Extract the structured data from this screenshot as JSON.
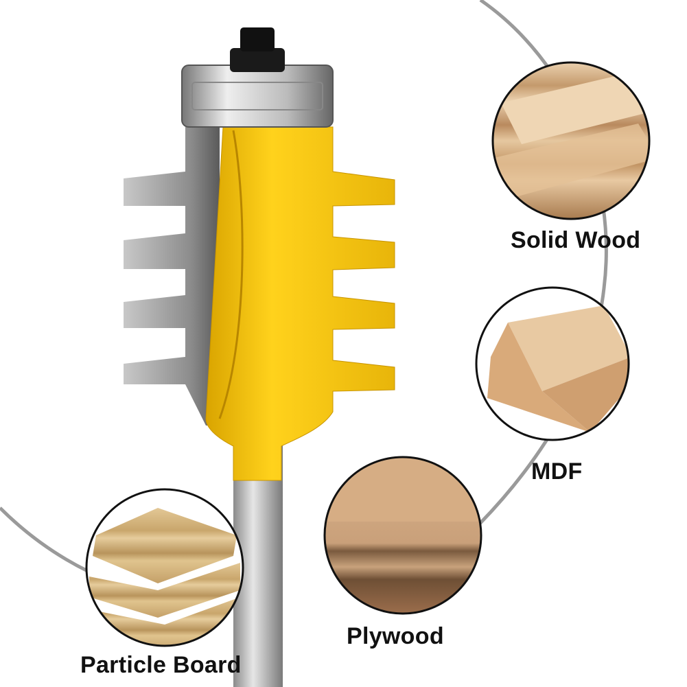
{
  "materials": [
    {
      "label": "Solid Wood"
    },
    {
      "label": "MDF"
    },
    {
      "label": "Plywood"
    },
    {
      "label": "Particle Board"
    }
  ],
  "colors": {
    "cutter_body": "#f2c014",
    "blade": "#9a9a9a",
    "shank": "#b8b8b8",
    "arc": "#9a9a9a",
    "wood_light": "#e8c9a2",
    "wood_dark": "#b98a5e",
    "particle": "#d8b884"
  }
}
